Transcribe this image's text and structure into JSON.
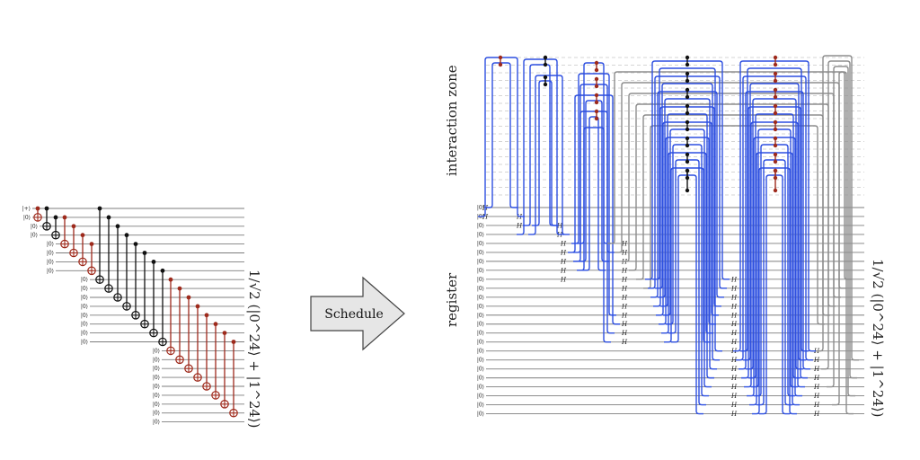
{
  "colors": {
    "background": "#ffffff",
    "wire": "#7d7d7d",
    "cnot_black": "#111111",
    "cnot_red": "#9e2a1c",
    "route_blue": "#2d4fe0",
    "route_gray": "#8d8d8d",
    "dashed": "#c7c7c7",
    "arrow_fill": "#e6e6e6",
    "arrow_stroke": "#444444"
  },
  "left_circuit": {
    "init_first": "|+⟩",
    "init_other": "|0⟩",
    "output_state": "1/√2 (|0^24⟩ + |1^24⟩)",
    "output_state_parts": {
      "coef": "1",
      "sqrt": "√2",
      "num": "2",
      "body": "(|0",
      "exp": "24",
      "mid": "⟩ + |1",
      "exp2": "24",
      "end": "⟩)"
    }
  },
  "arrow": {
    "label": "Schedule",
    "arrow_icon": "right-block-arrow-icon"
  },
  "right_schedule": {
    "zone_label": "interaction zone",
    "register_label": "register",
    "ket_label": "|0⟩",
    "hadamard_label": "H",
    "output_state": "1/√2 (|0^24⟩ + |1^24⟩)"
  }
}
